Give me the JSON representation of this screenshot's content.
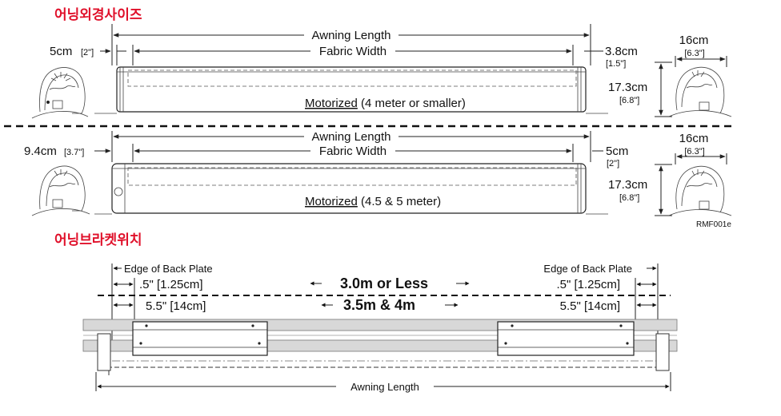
{
  "section1": {
    "heading": "어닝외경사이즈",
    "row1": {
      "awning_length": "Awning Length",
      "fabric_width": "Fabric Width",
      "left_gap": "5cm",
      "left_gap_in": "[2\"]",
      "right_gap": "3.8cm",
      "right_gap_in": "[1.5\"]",
      "width": "16cm",
      "width_in": "[6.3\"]",
      "height": "17.3cm",
      "height_in": "[6.8\"]",
      "model_underlined": "Motorized",
      "model_rest": " (4 meter or smaller)"
    },
    "row2": {
      "awning_length": "Awning Length",
      "fabric_width": "Fabric Width",
      "left_gap": "9.4cm",
      "left_gap_in": "[3.7\"]",
      "right_gap": "5cm",
      "right_gap_in": "[2\"]",
      "width": "16cm",
      "width_in": "[6.3\"]",
      "height": "17.3cm",
      "height_in": "[6.8\"]",
      "model_underlined": "Motorized",
      "model_rest": " (4.5 & 5 meter)"
    },
    "code": "RMF001e"
  },
  "section2": {
    "heading": "어닝브라켓위치",
    "edge_left": "Edge of Back Plate",
    "edge_right": "Edge of Back Plate",
    "small_offset_left": ".5\" [1.25cm]",
    "small_offset_right": ".5\" [1.25cm]",
    "large_offset_left": "5.5\" [14cm]",
    "large_offset_right": "5.5\" [14cm]",
    "label_short": "3.0m or Less",
    "label_long": "3.5m & 4m",
    "awning_length": "Awning Length"
  }
}
